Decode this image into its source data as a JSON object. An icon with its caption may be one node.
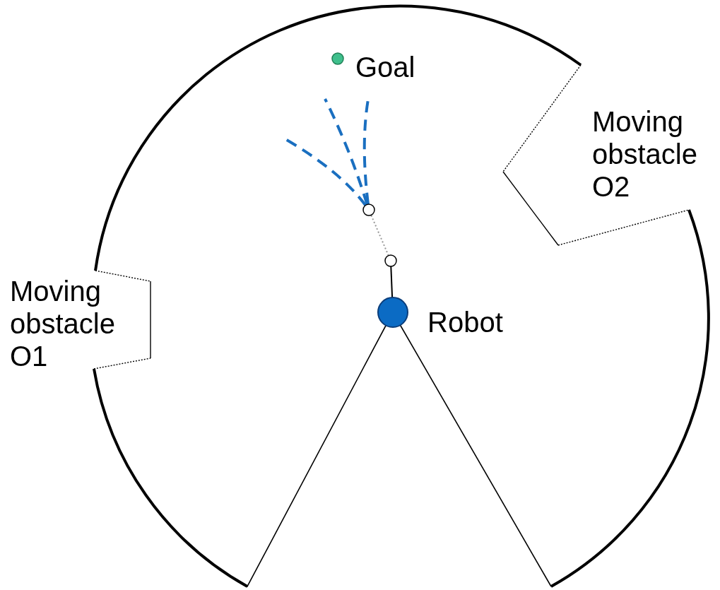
{
  "diagram": {
    "nodes": [
      {
        "text": [],
        "shape": "circle",
        "beside": [
          "Robot"
        ]
      },
      {
        "text": [],
        "shape": "circle",
        "beside": [
          "Goal"
        ]
      },
      {
        "text": [],
        "shape": "circle"
      },
      {
        "text": [],
        "shape": "circle"
      }
    ],
    "edges": [
      {
        "from": 0,
        "to": 2,
        "arrow": "none",
        "color": "#000000"
      },
      {
        "from": 2,
        "to": 3,
        "arrow": "none",
        "style": "dashed",
        "color": "#999999"
      },
      {
        "from": 3,
        "to": null,
        "arrow": "none",
        "style": "dashed",
        "color": "#1a6fc0"
      },
      {
        "from": 3,
        "to": null,
        "arrow": "none",
        "style": "dashed",
        "color": "#1a6fc0"
      },
      {
        "from": 3,
        "to": null,
        "arrow": "none",
        "style": "dashed",
        "color": "#1a6fc0"
      }
    ],
    "labels": [
      "Moving obstacle O1",
      "Moving obstacle O2"
    ]
  }
}
